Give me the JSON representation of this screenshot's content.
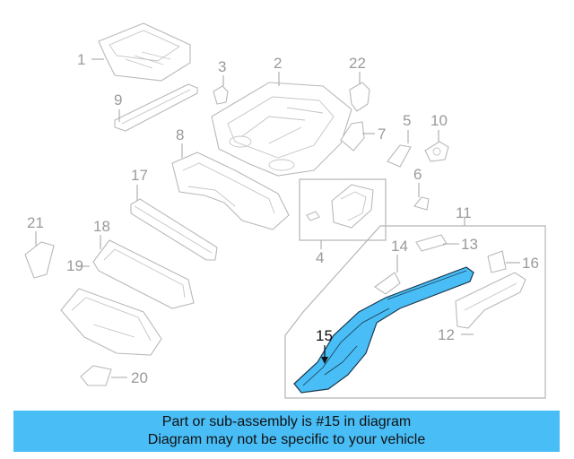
{
  "diagram": {
    "callouts": [
      "1",
      "2",
      "3",
      "4",
      "5",
      "6",
      "7",
      "8",
      "9",
      "10",
      "11",
      "12",
      "13",
      "14",
      "15",
      "16",
      "17",
      "18",
      "19",
      "20",
      "21",
      "22"
    ],
    "highlight_color": "#49bdf6",
    "highlighted_part": "15"
  },
  "banner": {
    "line1": "Part or sub-assembly is #15 in diagram",
    "line2": "Diagram may not be specific to your vehicle",
    "background": "#49bdf6"
  }
}
